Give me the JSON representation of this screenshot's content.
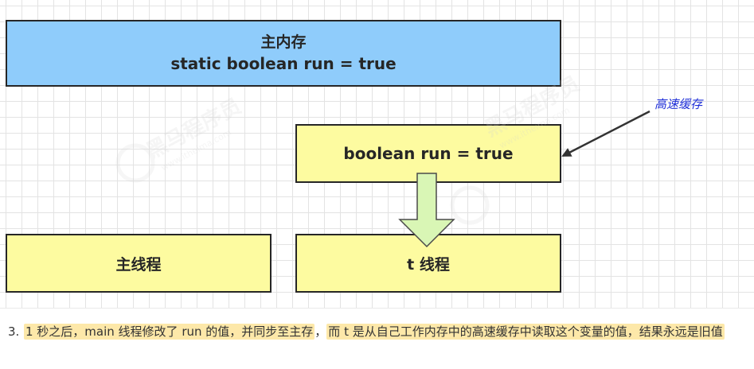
{
  "diagram": {
    "main_memory": {
      "title": "主内存",
      "code": "static boolean run = true"
    },
    "cache": {
      "code": "boolean run = true",
      "annotation": "高速缓存"
    },
    "main_thread": {
      "label": "主线程"
    },
    "t_thread": {
      "label": "t 线程"
    },
    "watermark": {
      "text": "黑马程序员",
      "url_text": "www.itheima.com"
    }
  },
  "note": {
    "number": "3.",
    "segments": [
      "1 秒之后，main 线程修改了 run 的值，并同步至主存",
      "，",
      "而 t 是从自己工作内存中的高速缓存中读取这个变量的值，结果永远是旧值"
    ]
  },
  "colors": {
    "main_memory_fill": "#8fccfb",
    "box_fill": "#fdfba0",
    "arrow_fill": "#d9f6b5",
    "annotation_text": "#1f2fd8",
    "highlight": "#fde8a9"
  }
}
